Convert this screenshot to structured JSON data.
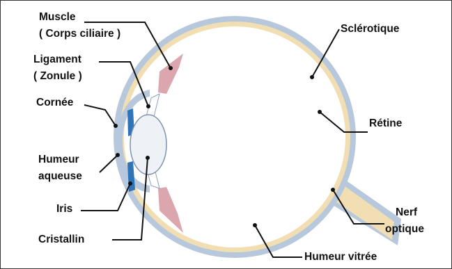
{
  "colors": {
    "sclera": "#b8c8dc",
    "retina": "#f1deb3",
    "muscle": "#dca6ae",
    "iris": "#2f74b8",
    "lens": "#eef1f6",
    "text": "#111111"
  },
  "labels": {
    "muscle_line1": "Muscle",
    "muscle_line2": "( Corps ciliaire )",
    "ligament_line1": "Ligament",
    "ligament_line2": "( Zonule )",
    "cornea": "Cornée",
    "aqueous_line1": "Humeur",
    "aqueous_line2": "aqueuse",
    "iris": "Iris",
    "lens": "Cristallin",
    "sclera": "Sclérotique",
    "retina": "Rétine",
    "optic_nerve_line1": "Nerf",
    "optic_nerve_line2": "optique",
    "vitreous": "Humeur vitrée"
  }
}
